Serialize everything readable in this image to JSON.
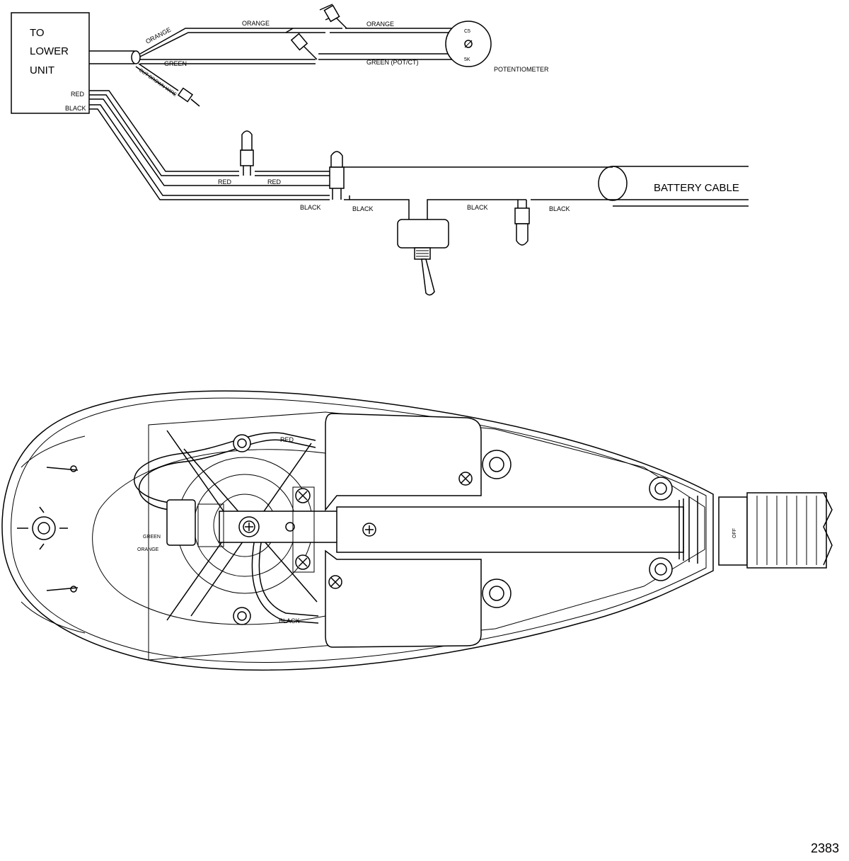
{
  "lower_unit_box": {
    "label_line1": "TO",
    "label_line2": "LOWER",
    "label_line3": "UNIT"
  },
  "wires": {
    "orange_1": "ORANGE",
    "orange_2": "ORANGE",
    "orange_3": "ORANGE",
    "green_1": "GREEN",
    "green_pot": "GREEN (POT/CT)",
    "cut_brown": "CUT BROWN WIRE",
    "red_out": "RED",
    "black_out": "BLACK",
    "red_1": "RED",
    "red_2": "RED",
    "black_1": "BLACK",
    "black_2": "BLACK",
    "black_3": "BLACK",
    "black_4": "BLACK"
  },
  "potentiometer": {
    "label": "POTENTIOMETER",
    "marking_top": "C5",
    "marking_bottom": "5K"
  },
  "battery_cable": {
    "label": "BATTERY CABLE"
  },
  "head_view": {
    "red": "RED",
    "green": "GREEN",
    "orange": "ORANGE",
    "black": "BLACK",
    "off": "OFF"
  },
  "figure_number": "2383"
}
